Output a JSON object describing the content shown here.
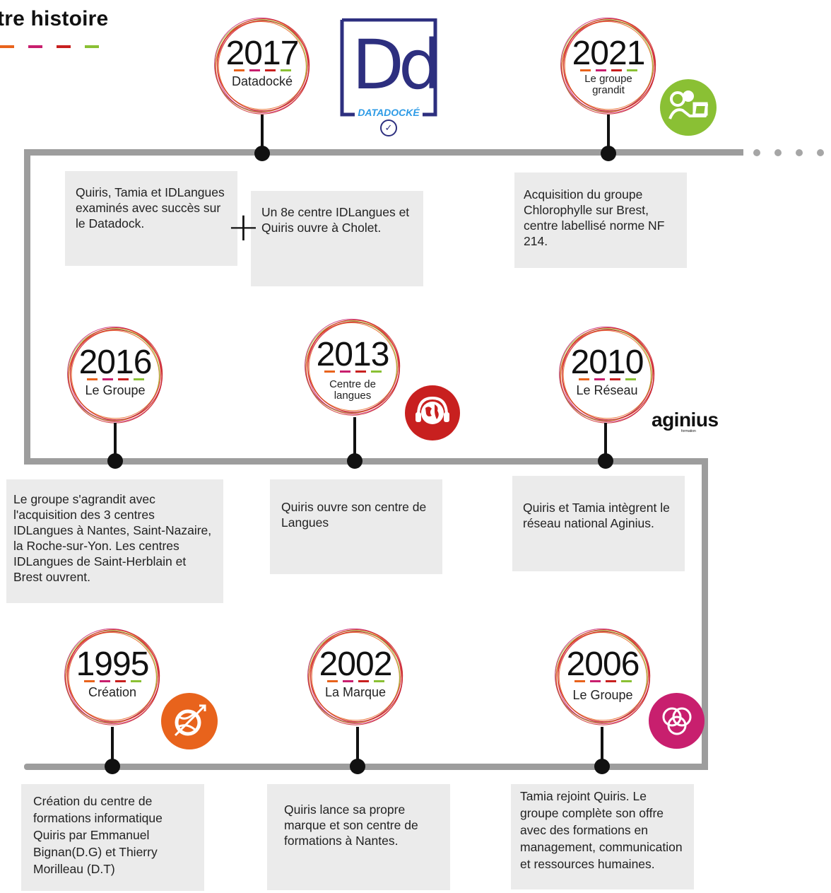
{
  "title": "tre histoire",
  "colors": {
    "orange": "#e8631c",
    "pink": "#c81f6e",
    "red": "#c8201f",
    "green": "#8ac034",
    "track": "#9d9d9d",
    "box": "#ebebeb",
    "datadock_blue": "#2d2f7f",
    "datadock_cyan": "#2e9be6"
  },
  "milestones": [
    {
      "year": "2017",
      "label": "Datadocké",
      "text": "Quiris, Tamia et IDLangues examinés avec succès sur le Datadock."
    },
    {
      "year": "2021",
      "label": "Le groupe grandit",
      "text": "Acquisition du groupe Chlorophylle sur Brest, centre labellisé norme NF 214."
    },
    {
      "year": "2016",
      "label": "Le Groupe",
      "text": "Le groupe s'agrandit avec l'acquisition des 3 centres IDLangues à Nantes, Saint-Nazaire, la Roche-sur-Yon. Les centres IDLangues de Saint-Herblain et Brest ouvrent."
    },
    {
      "year": "2013",
      "label": "Centre de langues",
      "text": "Quiris ouvre son centre de Langues"
    },
    {
      "year": "2010",
      "label": "Le Réseau",
      "text": "Quiris et Tamia intègrent le réseau national Aginius."
    },
    {
      "year": "1995",
      "label": "Création",
      "text": "Création du centre de formations informatique Quiris par Emmanuel Bignan(D.G) et Thierry Morilleau (D.T)"
    },
    {
      "year": "2002",
      "label": "La Marque",
      "text": "Quiris lance sa propre marque et son centre de formations à Nantes."
    },
    {
      "year": "2006",
      "label": "Le Groupe",
      "text": "Tamia rejoint Quiris. Le groupe complète son offre avec des formations en management, communication et ressources humaines."
    }
  ],
  "extra_2017": {
    "plus": "+",
    "text": "Un 8e centre IDLangues et Quiris ouvre à Cholet."
  },
  "logos": {
    "datadock_letters": "Dd",
    "datadock_word": "DATADOCKÉ",
    "aginius": "aginius",
    "aginius_sub": "formation"
  },
  "icons": [
    "datadock-logo",
    "people-laptop-icon",
    "globe-headset-icon",
    "aginius-logo",
    "arrow-target-icon",
    "venn-circles-icon"
  ]
}
